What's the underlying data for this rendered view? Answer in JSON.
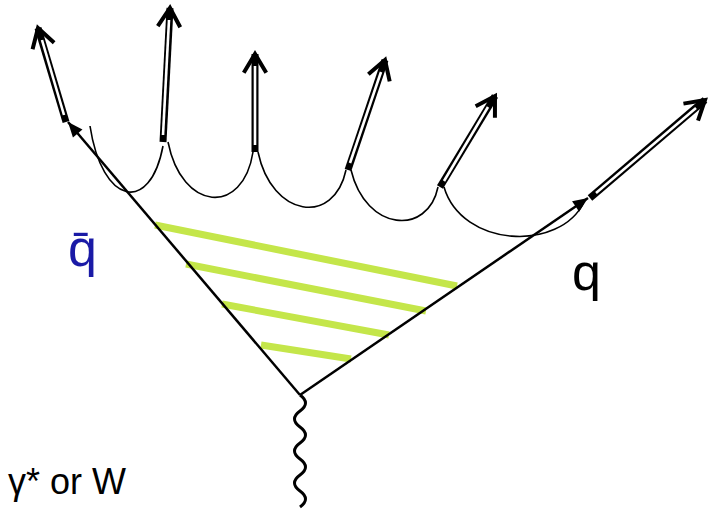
{
  "diagram": {
    "labels": [
      "q̄",
      "q",
      "γ* or W"
    ]
  }
}
